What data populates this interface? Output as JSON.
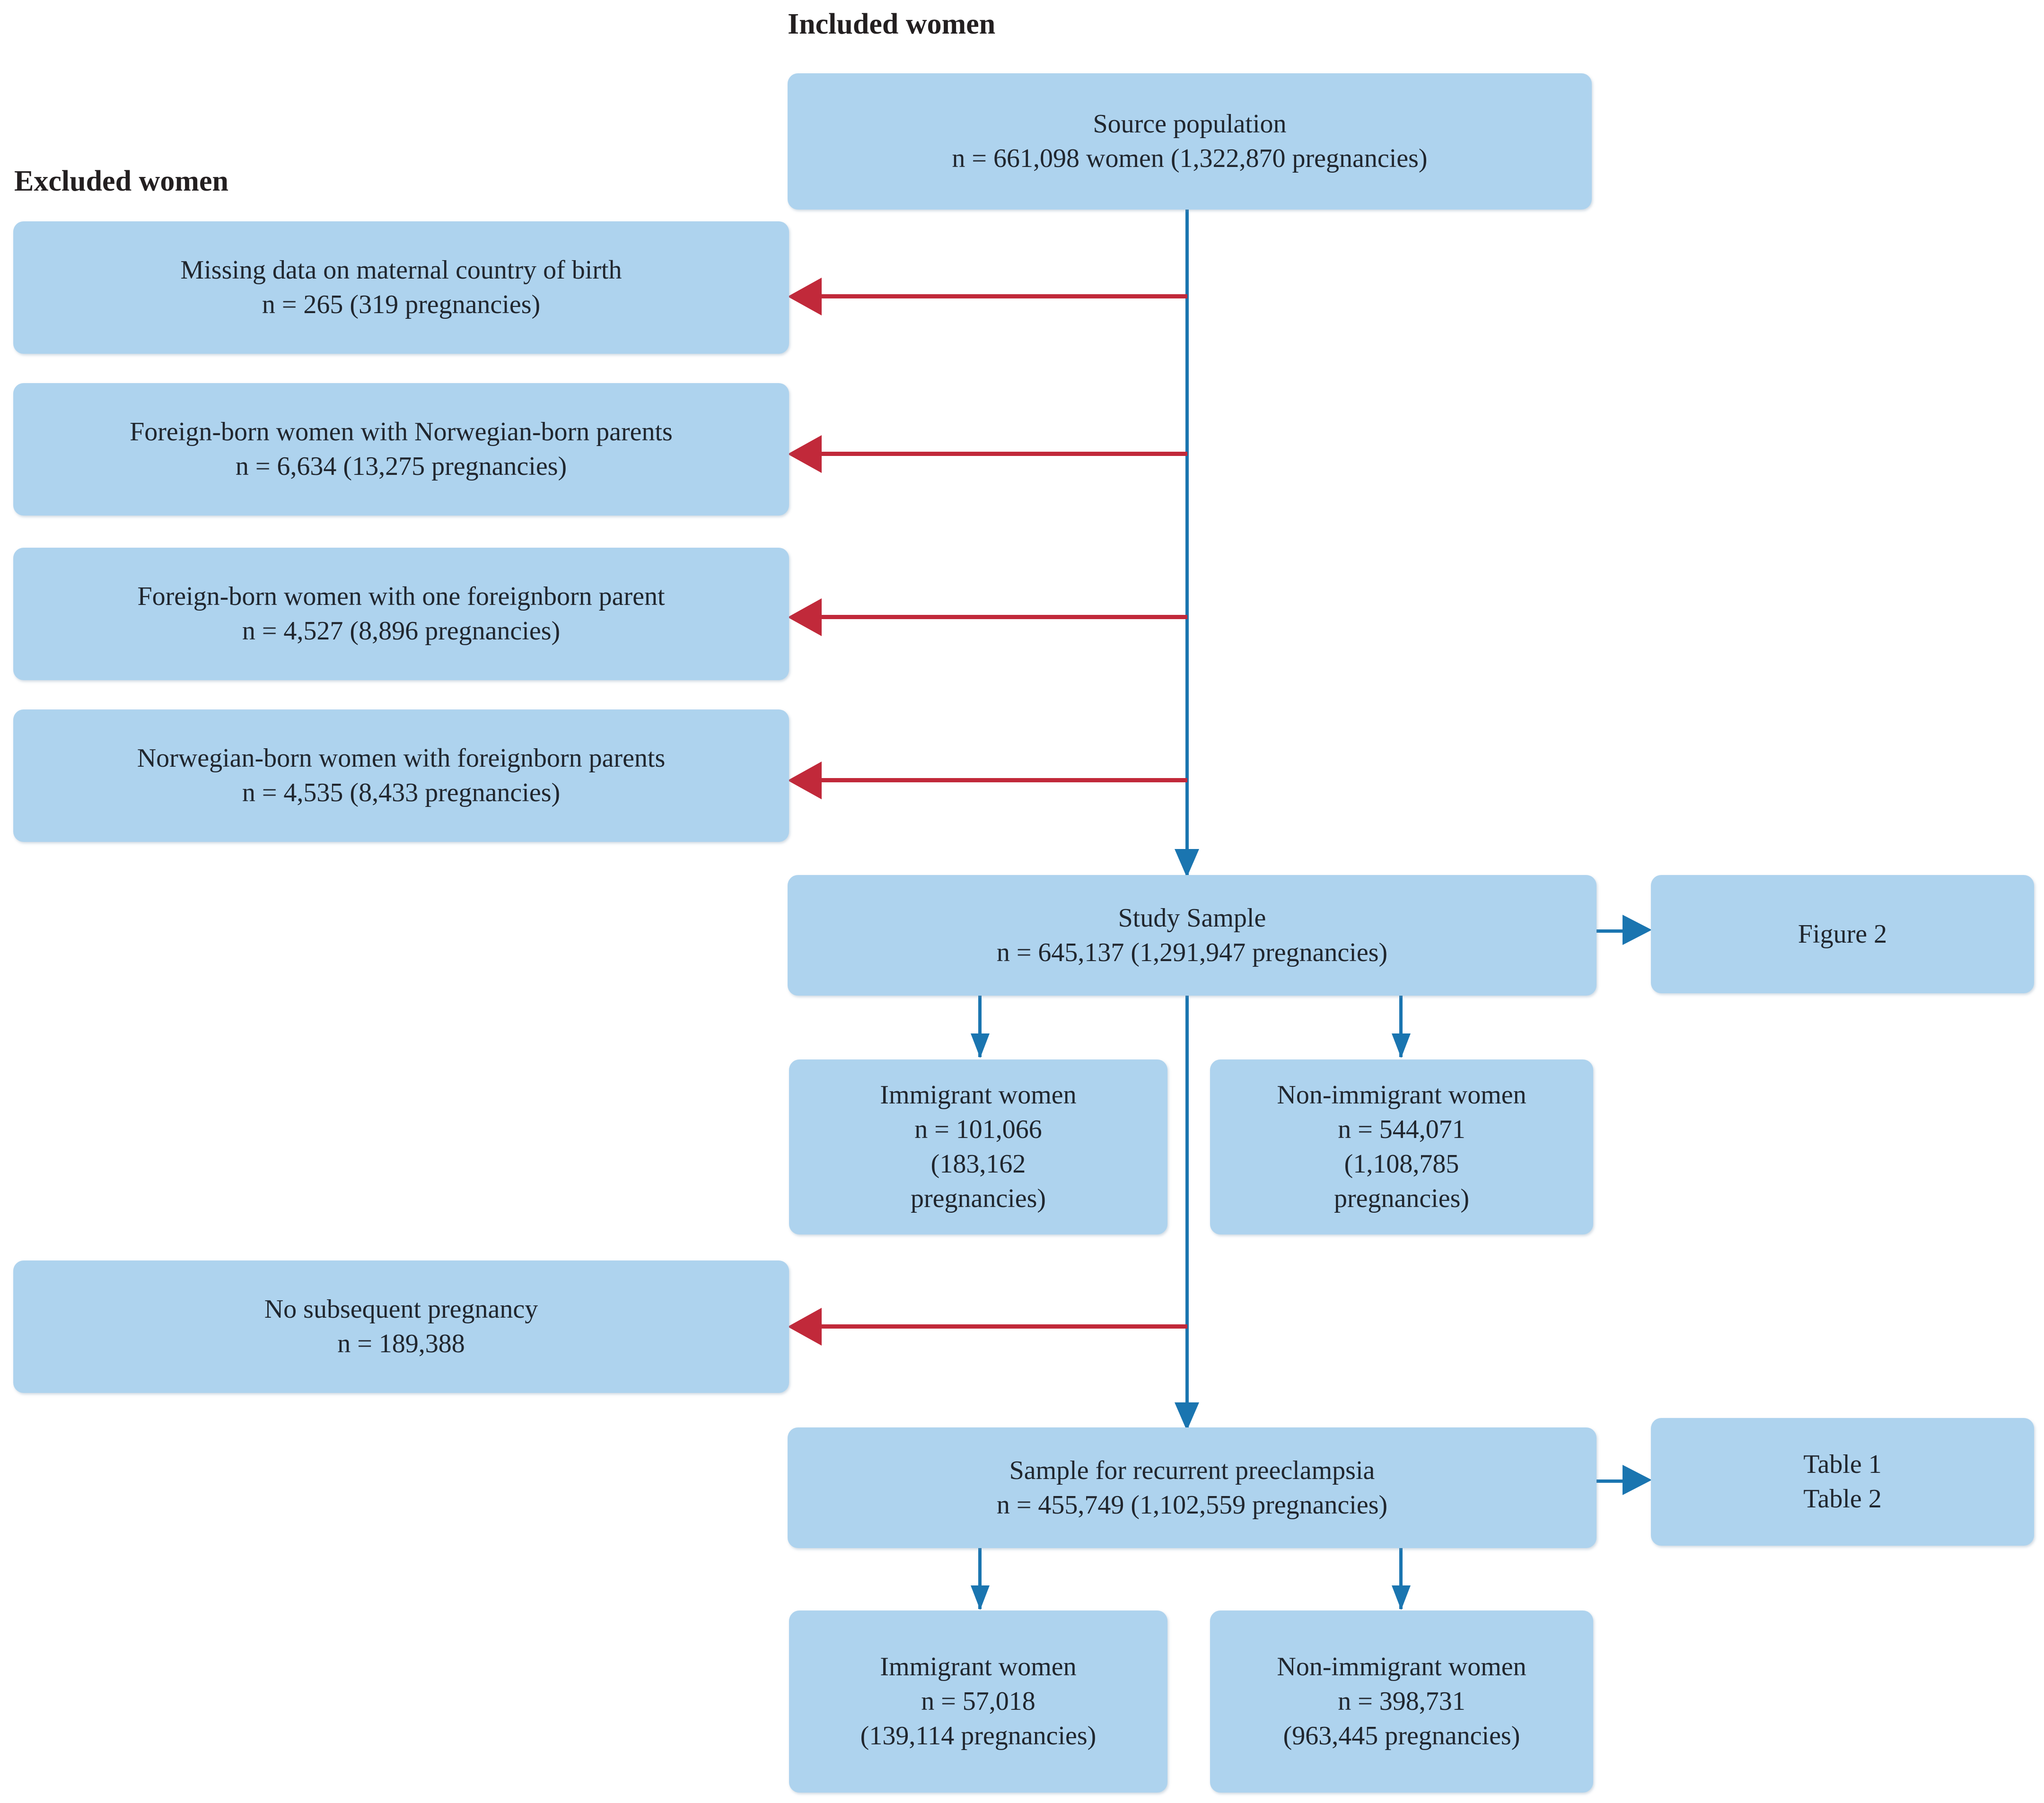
{
  "diagram": {
    "title_included": "Included women",
    "title_excluded": "Excluded women",
    "colors": {
      "node_fill": "#aed3ee",
      "blue_connector": "#1a75b0",
      "red_connector": "#c1293a",
      "text": "#20262e"
    },
    "nodes": {
      "source_population": {
        "line1": "Source population",
        "line2": "n = 661,098 women (1,322,870  pregnancies)"
      },
      "excluded_missing_country": {
        "line1": "Missing data on maternal country of birth",
        "line2": "n = 265 (319 pregnancies)"
      },
      "excluded_foreign_born_norwegian_parents": {
        "line1": "Foreign-born women with Norwegian-born parents",
        "line2": "n = 6,634 (13,275 pregnancies)"
      },
      "excluded_foreign_born_one_foreign_parent": {
        "line1": "Foreign-born women with one foreignborn parent",
        "line2": "n = 4,527 (8,896 pregnancies)"
      },
      "excluded_norwegian_born_foreign_parents": {
        "line1": "Norwegian-born women with foreignborn parents",
        "line2": "n = 4,535 (8,433 pregnancies)"
      },
      "study_sample": {
        "line1": "Study Sample",
        "line2": "n = 645,137 (1,291,947 pregnancies)"
      },
      "figure_ref": {
        "line1": "Figure 2"
      },
      "immigrant_study": {
        "line1": "Immigrant women",
        "line2": "n = 101,066",
        "line3": "(183,162",
        "line4": "pregnancies)"
      },
      "non_immigrant_study": {
        "line1": "Non-immigrant women",
        "line2": "n = 544,071",
        "line3": "(1,108,785",
        "line4": "pregnancies)"
      },
      "excluded_no_subsequent": {
        "line1": "No subsequent pregnancy",
        "line2": "n = 189,388"
      },
      "recurrent_sample": {
        "line1": "Sample for recurrent preeclampsia",
        "line2": "n = 455,749 (1,102,559 pregnancies)"
      },
      "table_ref": {
        "line1": "Table 1",
        "line2": "Table 2"
      },
      "immigrant_recurrent": {
        "line1": "Immigrant women",
        "line2": "n = 57,018",
        "line3": "(139,114 pregnancies)"
      },
      "non_immigrant_recurrent": {
        "line1": "Non-immigrant women",
        "line2": "n = 398,731",
        "line3": "(963,445 pregnancies)"
      }
    }
  }
}
